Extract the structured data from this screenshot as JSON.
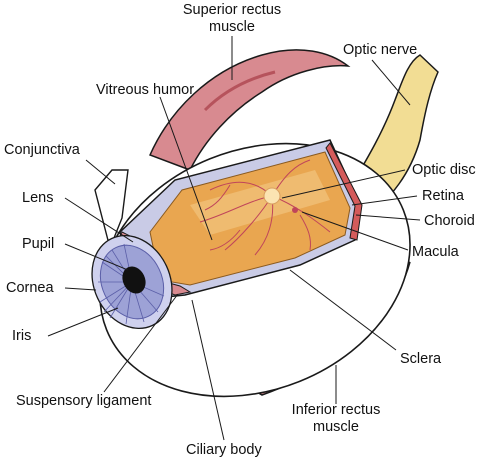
{
  "labels": {
    "superior_rectus_line1": "Superior rectus",
    "superior_rectus_line2": "muscle",
    "optic_nerve": "Optic nerve",
    "vitreous_humor": "Vitreous humor",
    "conjunctiva": "Conjunctiva",
    "optic_disc": "Optic disc",
    "lens": "Lens",
    "retina": "Retina",
    "choroid": "Choroid",
    "pupil": "Pupil",
    "macula": "Macula",
    "cornea": "Cornea",
    "iris": "Iris",
    "sclera": "Sclera",
    "suspensory_ligament": "Suspensory ligament",
    "inferior_rectus_line1": "Inferior rectus",
    "inferior_rectus_line2": "muscle",
    "ciliary_body": "Ciliary body"
  },
  "colors": {
    "muscle": "#d88a90",
    "muscle_dark": "#b6535c",
    "optic_nerve": "#f2dd94",
    "vitreous": "#e9a650",
    "vitreous_light": "#f4cc8a",
    "vessel": "#c0455a",
    "iris": "#9da2d6",
    "iris_dark": "#5b5fa8",
    "sclera_line": "#1a1a1a",
    "choroid": "#d45b5b",
    "cornea_fill": "#cfd1ee"
  }
}
